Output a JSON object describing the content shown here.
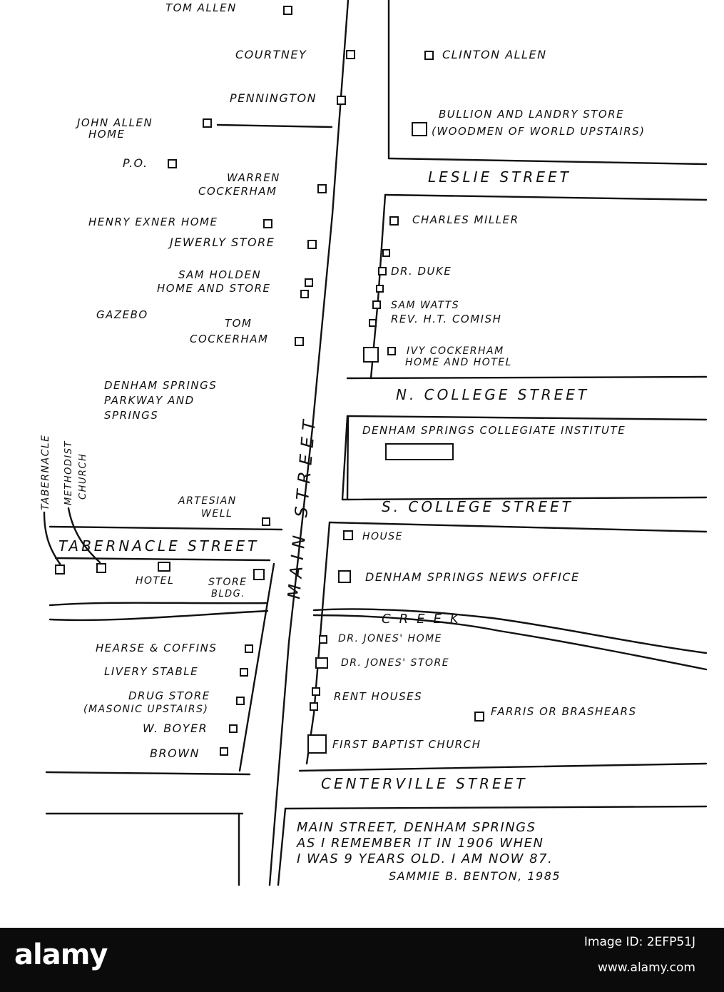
{
  "streets": {
    "main": "MAIN STREET",
    "leslie": "LESLIE STREET",
    "n_college": "N. COLLEGE STREET",
    "s_college": "S. COLLEGE STREET",
    "tabernacle": "TABERNACLE STREET",
    "centerville": "CENTERVILLE STREET",
    "creek": "CREEK"
  },
  "west_side": {
    "tom_allen": "TOM ALLEN",
    "courtney": "COURTNEY",
    "pennington": "PENNINGTON",
    "john_allen_1": "JOHN ALLEN",
    "john_allen_2": "HOME",
    "po": "P.O.",
    "warren_1": "WARREN",
    "warren_2": "COCKERHAM",
    "exner": "HENRY EXNER HOME",
    "jewelry": "JEWERLY STORE",
    "holden_1": "SAM HOLDEN",
    "holden_2": "HOME AND STORE",
    "gazebo": "GAZEBO",
    "tomc_1": "TOM",
    "tomc_2": "COCKERHAM",
    "parkway_1": "DENHAM SPRINGS",
    "parkway_2": "PARKWAY AND",
    "parkway_3": "SPRINGS",
    "artesian_1": "ARTESIAN",
    "artesian_2": "WELL",
    "tabernacle_v": "TABERNACLE",
    "methodist_1": "METHODIST",
    "methodist_2": "CHURCH",
    "hotel": "HOTEL",
    "store_1": "STORE",
    "store_2": "BLDG.",
    "hearse": "HEARSE & COFFINS",
    "livery": "LIVERY STABLE",
    "drug_1": "DRUG STORE",
    "drug_2": "(MASONIC UPSTAIRS)",
    "boyer": "W. BOYER",
    "brown": "BROWN"
  },
  "east_side": {
    "clinton": "CLINTON ALLEN",
    "bullion_1": "BULLION AND LANDRY STORE",
    "bullion_2": "(WOODMEN OF WORLD UPSTAIRS)",
    "miller": "CHARLES MILLER",
    "duke": "DR. DUKE",
    "watts": "SAM WATTS",
    "comish": "REV. H.T. COMISH",
    "ivy_1": "IVY COCKERHAM",
    "ivy_2": "HOME AND HOTEL",
    "institute": "DENHAM SPRINGS COLLEGIATE INSTITUTE",
    "house": "HOUSE",
    "news": "DENHAM SPRINGS NEWS OFFICE",
    "jones_home": "DR. JONES' HOME",
    "jones_store": "DR. JONES' STORE",
    "rent": "RENT HOUSES",
    "farris": "FARRIS OR BRASHEARS",
    "baptist": "FIRST BAPTIST CHURCH"
  },
  "note": {
    "line1": "MAIN STREET, DENHAM SPRINGS",
    "line2": "AS I REMEMBER IT IN 1906 WHEN",
    "line3": "I WAS 9 YEARS OLD. I AM NOW 87.",
    "line4": "SAMMIE B. BENTON, 1985"
  },
  "watermark": {
    "logo": "alamy",
    "image_id": "Image ID: 2EFP51J",
    "url": "www.alamy.com"
  }
}
